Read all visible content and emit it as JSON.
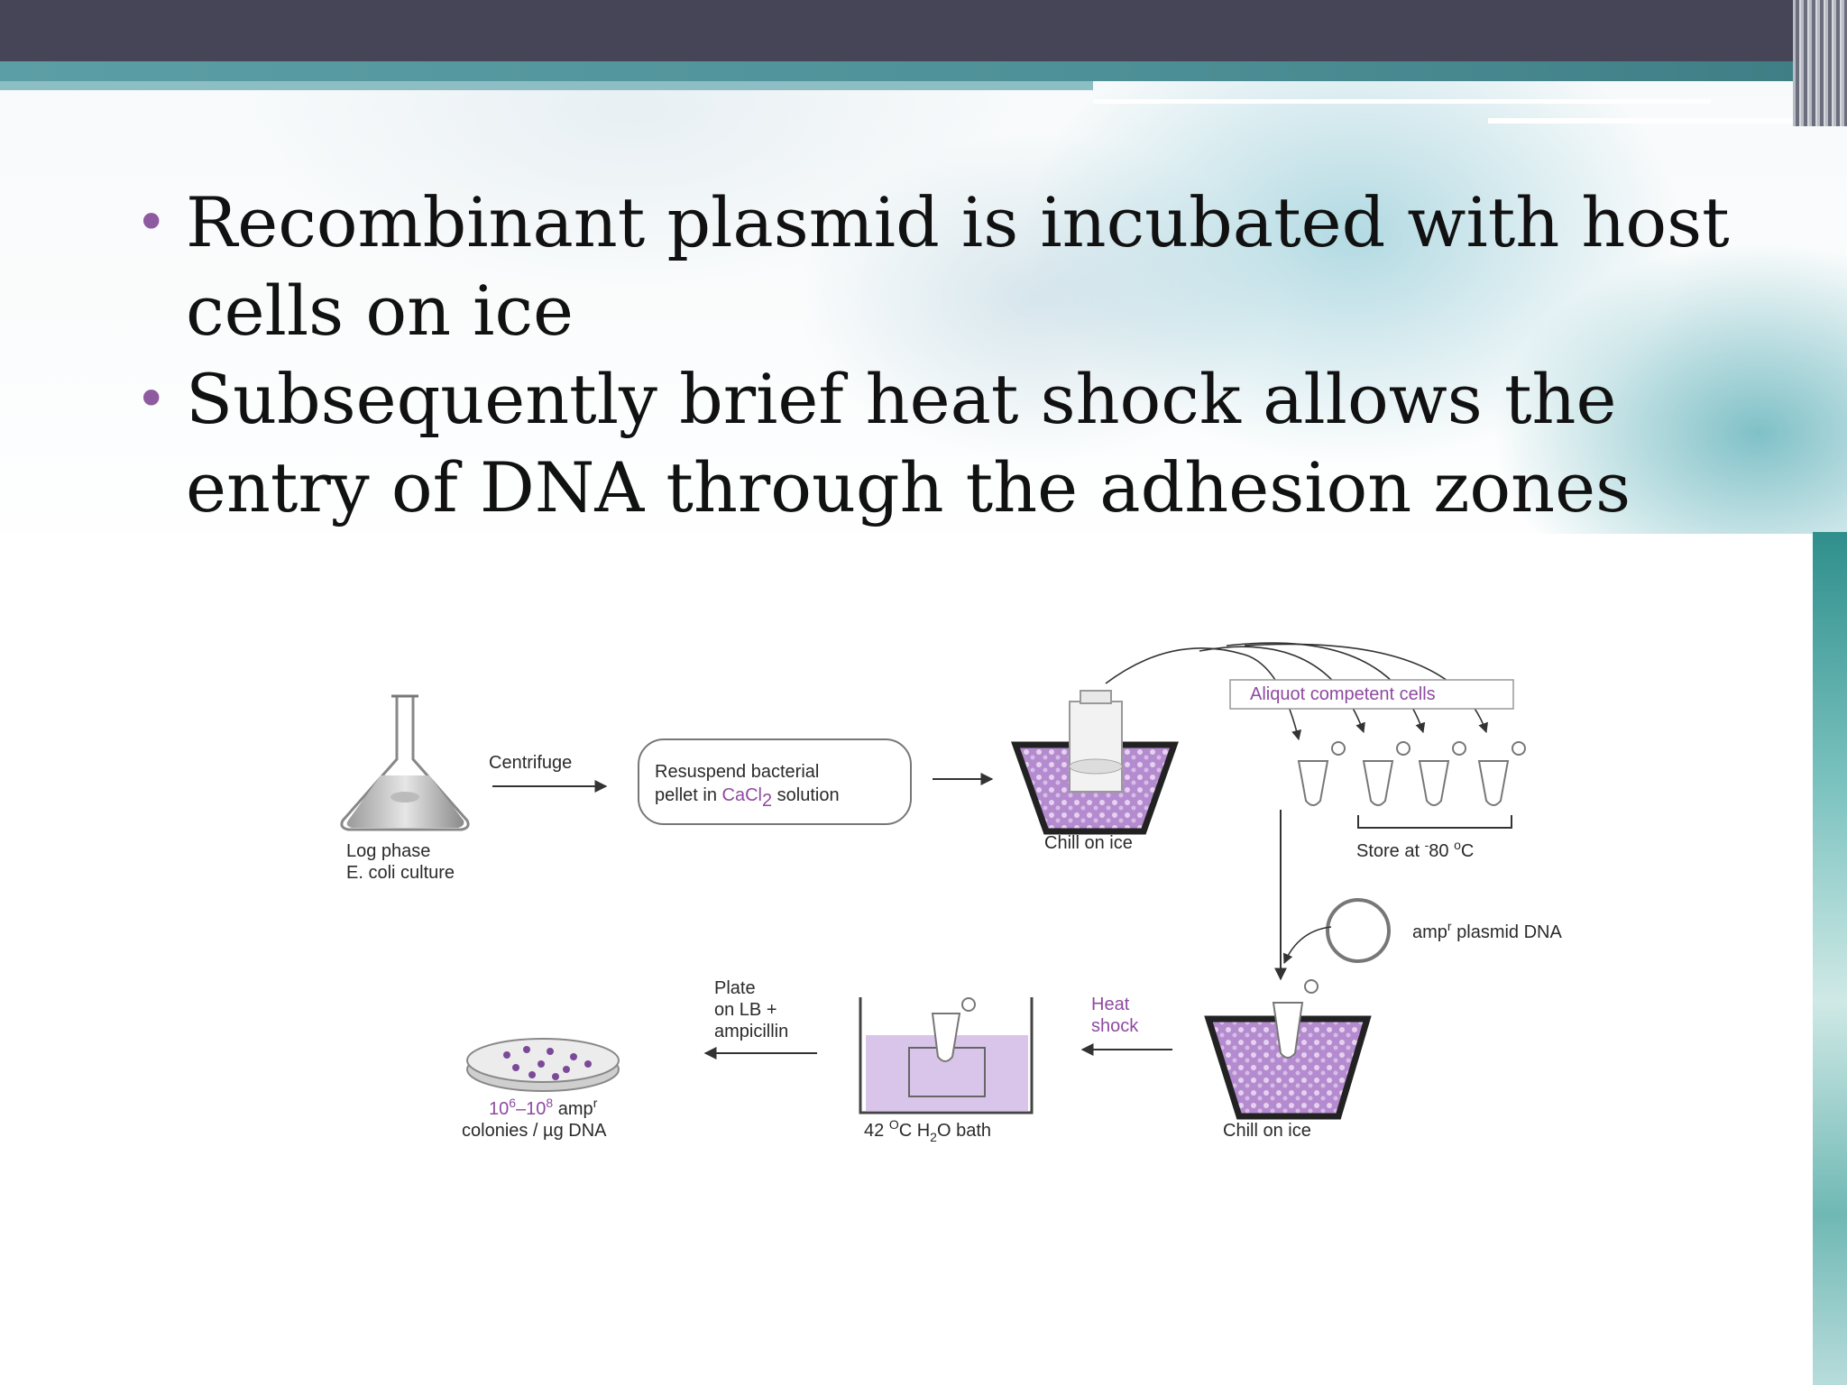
{
  "bullets": [
    {
      "text": "Recombinant plasmid is incubated with host cells on ice"
    },
    {
      "text": "Subsequently  brief heat  shock allows the entry of DNA through the adhesion zones"
    }
  ],
  "diagram": {
    "centrifuge": "Centrifuge",
    "resuspend_line1": "Resuspend bacterial",
    "resuspend_line2_a": "pellet in ",
    "resuspend_line2_b": "CaCl",
    "resuspend_line2_sub": "2",
    "resuspend_line2_c": " solution",
    "log_phase_line1": "Log phase",
    "log_phase_line2": "E. coli culture",
    "chill_on_ice_top": "Chill on ice",
    "aliquot": "Aliquot competent cells",
    "store_a": "Store at ",
    "store_sup": "-",
    "store_b": "80 ",
    "store_deg": "o",
    "store_c": "C",
    "plasmid_a": "amp",
    "plasmid_sup": "r",
    "plasmid_b": " plasmid DNA",
    "plate_line1": "Plate",
    "plate_line2": "on LB +",
    "plate_line3": "ampicillin",
    "heat_line1": "Heat",
    "heat_line2": "shock",
    "colonies_a": "10",
    "colonies_sup1": "6",
    "colonies_b": "–10",
    "colonies_sup2": "8",
    "colonies_c": " amp",
    "colonies_sup3": "r",
    "colonies_line2": "colonies / µg DNA",
    "bath_a": "42 ",
    "bath_deg": "O",
    "bath_b": "C H",
    "bath_sub": "2",
    "bath_c": "O bath",
    "chill_on_ice_bottom": "Chill on ice"
  },
  "colors": {
    "title_bar": "#464457",
    "accent_band": "#4e9097",
    "bullet": "#8e5aa0",
    "highlight_purple": "#8e4aa0",
    "ice_purple": "#b48bcf"
  }
}
